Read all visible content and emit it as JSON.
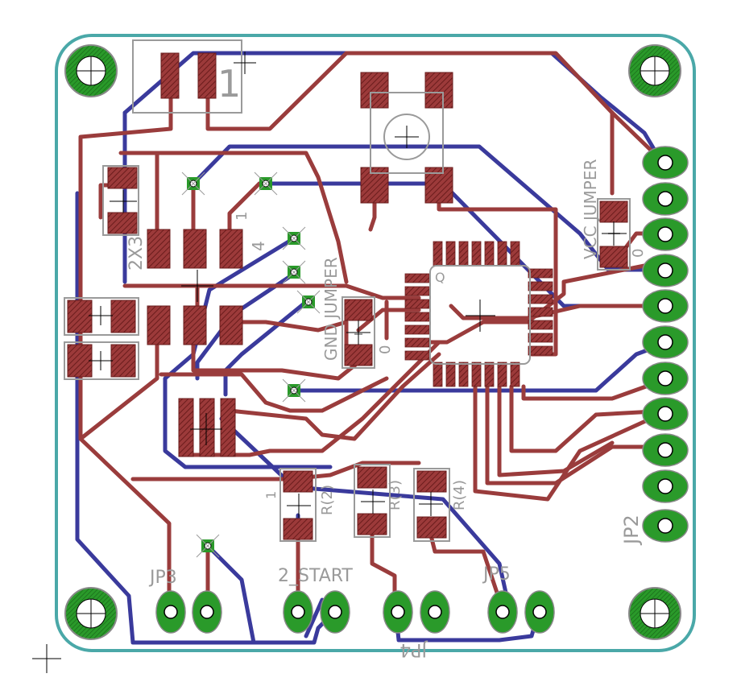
{
  "labels": {
    "r1": "1",
    "c2x": "2X3",
    "hdr_one": "1",
    "hdr_4": "4",
    "gnd_jumper": "GND JUMPER",
    "gnd_o": "0",
    "vcc_jumper": "VCC JUMPER",
    "vcc_o": "0",
    "jp2": "JP2",
    "jp3": "JP3",
    "jp4": "JP4",
    "jp5": "JP5",
    "start": "2_START",
    "r1_lbl": "1",
    "r2_lbl": "R(2)",
    "r3_lbl": "R(3)",
    "r4_lbl": "R(4)",
    "led_lbl": "Q"
  },
  "colors": {
    "board_outline": "#4aa8a8",
    "top_copper": "#9a3c3c",
    "bottom_copper": "#3a3a9c",
    "pad_green": "#2a9a2a",
    "silk": "#9a9a9a"
  }
}
